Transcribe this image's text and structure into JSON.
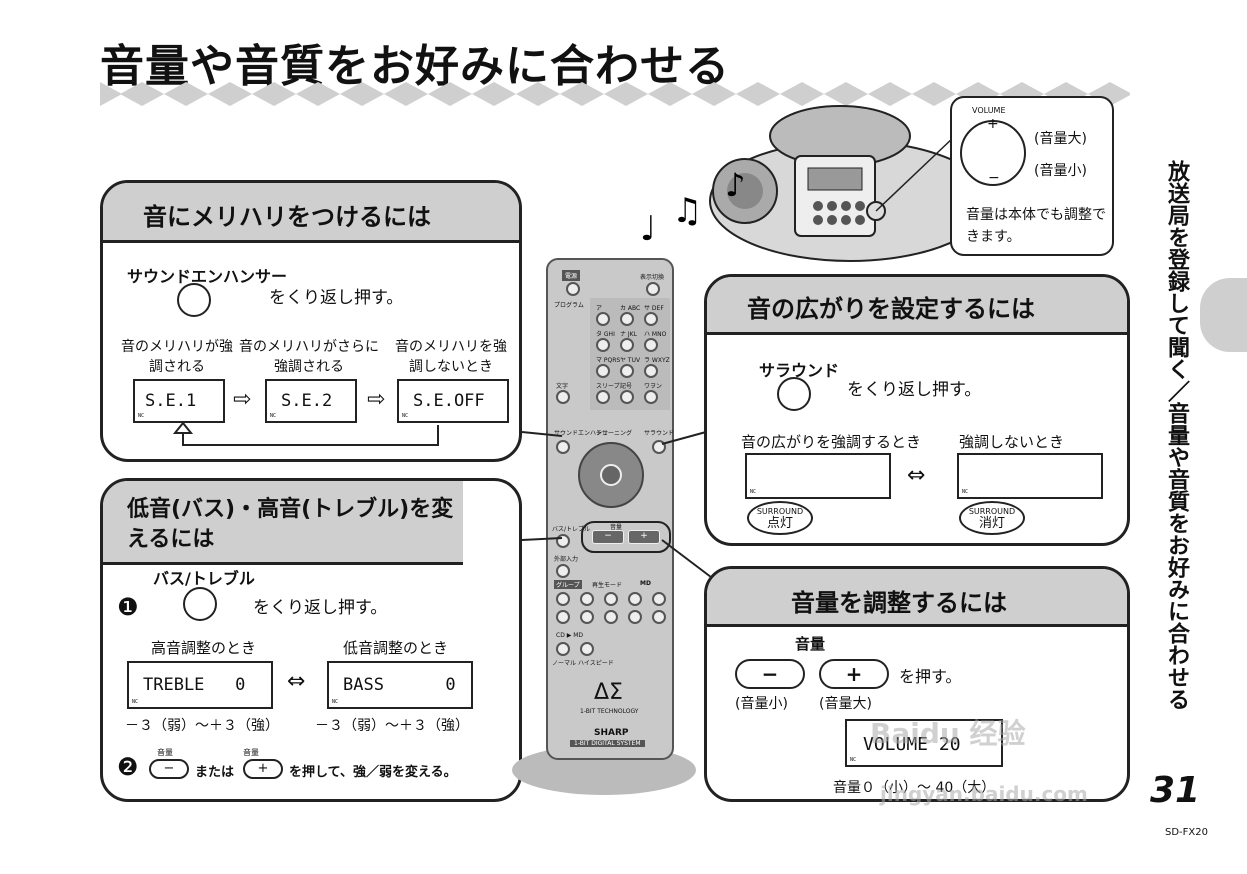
{
  "page": {
    "title": "音量や音質をお好みに合わせる",
    "side_title": "放送局を登録して聞く／音量や音質をお好みに合わせる",
    "page_number": "31",
    "model": "SD-FX20"
  },
  "unit_panel": {
    "volume_label": "VOLUME",
    "plus": "+",
    "minus": "−",
    "up_label": "(音量大)",
    "down_label": "(音量小)",
    "note": "音量は本体でも調整できます。"
  },
  "enhancer": {
    "heading": "音にメリハリをつけるには",
    "button_label": "サウンドエンハンサー",
    "instruction": "をくり返し押す。",
    "states": [
      {
        "caption": "音のメリハリが強調される",
        "display": "S.E.1"
      },
      {
        "caption": "音のメリハリがさらに強調される",
        "display": "S.E.2"
      },
      {
        "caption": "音のメリハリを強調しないとき",
        "display": "S.E.OFF"
      }
    ]
  },
  "surround": {
    "heading": "音の広がりを設定するには",
    "button_label": "サラウンド",
    "instruction": "をくり返し押す。",
    "on_caption": "音の広がりを強調するとき",
    "off_caption": "強調しないとき",
    "indicator": "SURROUND",
    "on_state": "点灯",
    "off_state": "消灯"
  },
  "bass_treble": {
    "heading": "低音(バス)・高音(トレブル)を変えるには",
    "step1": "❶",
    "step2": "❷",
    "button_label": "バス/トレブル",
    "instruction": "をくり返し押す。",
    "treble_caption": "高音調整のとき",
    "bass_caption": "低音調整のとき",
    "treble_display": "TREBLE   0",
    "bass_display": "BASS      0",
    "range": "－３（弱）～＋３（強）",
    "vol_word": "音量",
    "minus_key": "−",
    "plus_key": "+",
    "or_text": "または",
    "step2_text": "を押して、強／弱を変える。"
  },
  "volume": {
    "heading": "音量を調整するには",
    "group_label": "音量",
    "minus_key": "−",
    "plus_key": "+",
    "instruction": "を押す。",
    "down_label": "(音量小)",
    "up_label": "(音量大)",
    "display": "VOLUME 20",
    "range": "音量０（小）～ 40（大）"
  },
  "remote": {
    "brand": "SHARP",
    "subtitle": "1-BIT DIGITAL SYSTEM",
    "logo": "ΔΣ",
    "tech": "1-BIT TECHNOLOGY",
    "power": "電源",
    "display_switch": "表示切換",
    "labels": [
      "プログラム",
      "ア",
      "カ ABC",
      "サ DEF",
      "タ GHI",
      "ナ JKL",
      "ハ MNO",
      "マ PQRS",
      "ヤ TUV",
      "ラ WXYZ",
      "スリープ",
      "記号",
      "ワヲン",
      "文字",
      "サウンドエンハンサー",
      "チューニング",
      "サラウンド",
      "バス/トレブル",
      "音量",
      "外部入力",
      "グループ",
      "再生モード",
      "MD",
      "CD ▶ MD",
      "ノーマル",
      "ハイスピード"
    ]
  },
  "watermark": {
    "text1": "Baidu 经验",
    "text2": "jingyan.baidu.com"
  }
}
